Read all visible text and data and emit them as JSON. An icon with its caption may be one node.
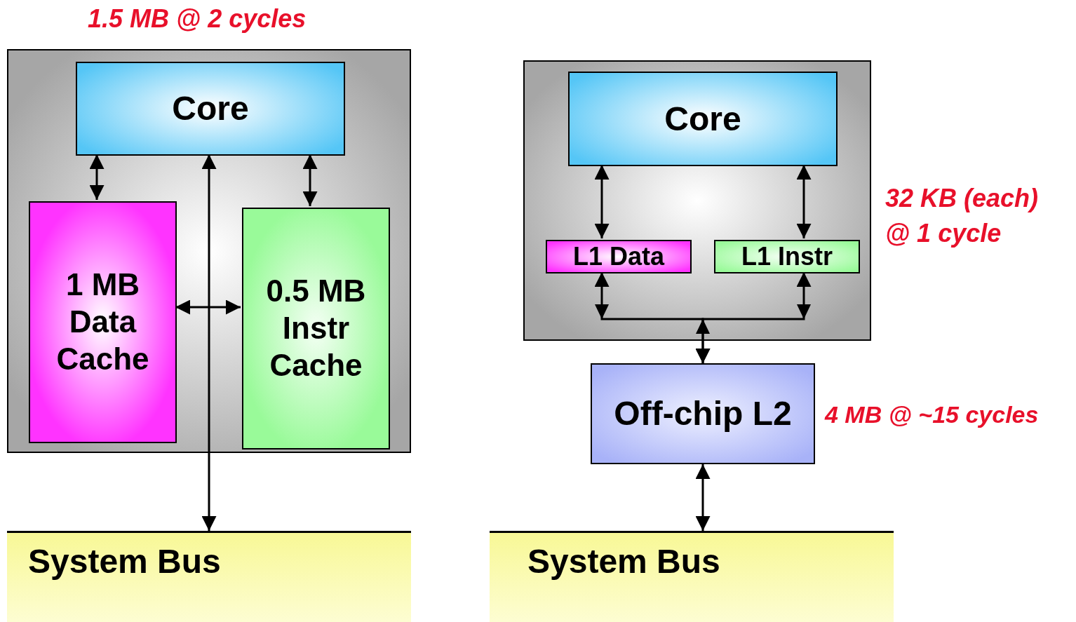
{
  "diagram": {
    "nodes": [
      {
        "text": [],
        "shape": "box",
        "beside": [
          "1.5 MB @ 2 cycles"
        ]
      },
      {
        "text": [
          "Core"
        ],
        "in": 0
      },
      {
        "text": [
          "1 MB Data Cache"
        ],
        "in": 0
      },
      {
        "text": [
          "0.5 MB Instr Cache"
        ],
        "in": 0
      },
      {
        "text": [
          "System Bus"
        ]
      },
      {
        "text": [],
        "shape": "box"
      },
      {
        "text": [
          "Core"
        ],
        "in": 5
      },
      {
        "text": [
          "L1 Data"
        ],
        "in": 5
      },
      {
        "text": [
          "L1 Instr"
        ],
        "in": 5
      },
      {
        "text": [
          "Off-chip L2"
        ],
        "beside": [
          "4 MB @ ~15 cycles"
        ]
      },
      {
        "text": [
          "System Bus"
        ]
      }
    ],
    "edges": [
      {
        "from": 1,
        "to": 2,
        "arrow": "both"
      },
      {
        "from": 1,
        "to": 3,
        "arrow": "both"
      },
      {
        "from": 1,
        "to": 4,
        "arrow": "both"
      },
      {
        "from": 2,
        "to": 3,
        "arrow": "both"
      },
      {
        "from": 6,
        "to": 7,
        "arrow": "both"
      },
      {
        "from": 6,
        "to": 8,
        "arrow": "both"
      },
      {
        "from": 7,
        "to": 9,
        "arrow": "both"
      },
      {
        "from": 8,
        "to": 9,
        "arrow": "both"
      },
      {
        "from": 9,
        "to": 10,
        "arrow": "both"
      }
    ],
    "labels": [
      "32 KB (each) @ 1 cycle"
    ]
  }
}
